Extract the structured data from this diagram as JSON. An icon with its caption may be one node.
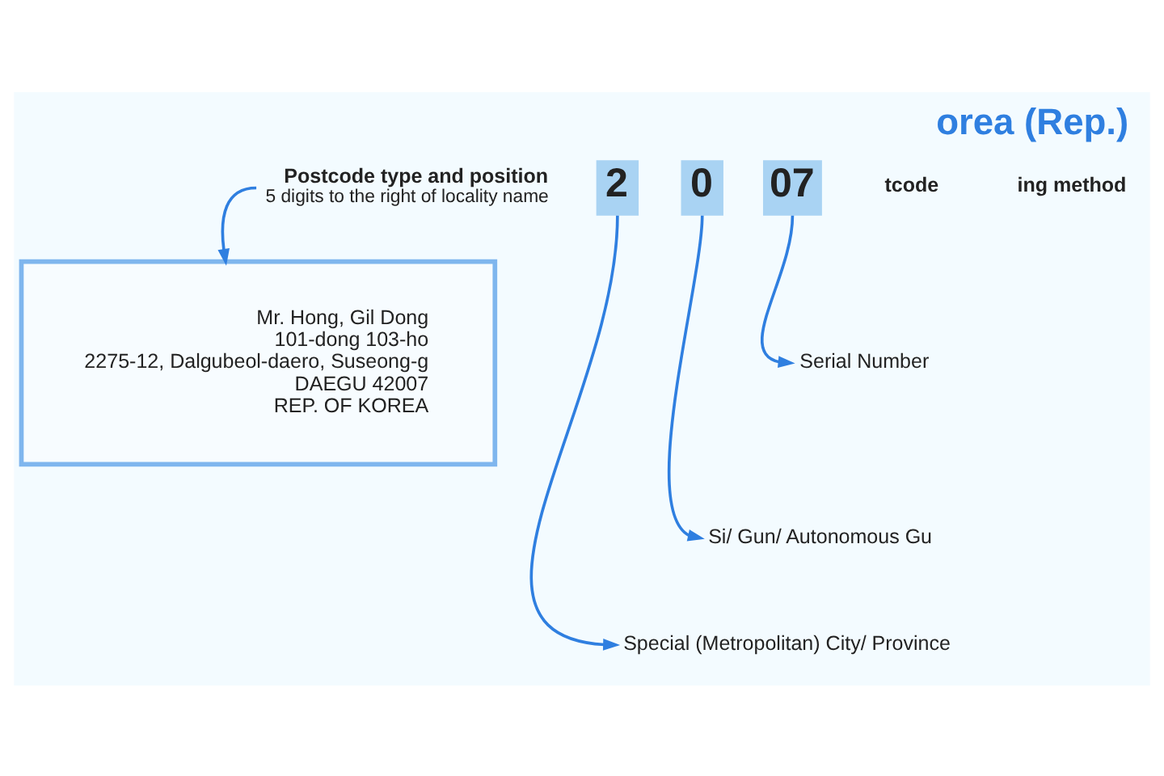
{
  "diagram": {
    "title": "orea (Rep.)",
    "nodes": [
      {
        "text": [
          "Mr. Hong, Gil Dong",
          "101-dong 103-ho",
          "2275-12, Dalgubeol-daero, Suseong-g",
          "DAEGU 42007",
          "REP. OF KOREA"
        ]
      },
      {
        "text": [
          "Postcode type and position",
          "5 digits to the right of locality name"
        ]
      },
      {
        "text": [
          "2"
        ]
      },
      {
        "text": [
          "0"
        ]
      },
      {
        "text": [
          "07"
        ]
      },
      {
        "text": [
          "Serial Number"
        ]
      },
      {
        "text": [
          "Si/ Gun/ Autonomous Gu"
        ]
      },
      {
        "text": [
          "Special (Metropolitan) City/ Province"
        ]
      }
    ],
    "edges": [
      {
        "from": 1,
        "to": 0,
        "arrow": "to"
      },
      {
        "from": 4,
        "to": 5,
        "arrow": "to"
      },
      {
        "from": 3,
        "to": 6,
        "arrow": "to"
      },
      {
        "from": 2,
        "to": 7,
        "arrow": "to"
      }
    ],
    "labels": [
      "tcode",
      "ing method"
    ]
  }
}
